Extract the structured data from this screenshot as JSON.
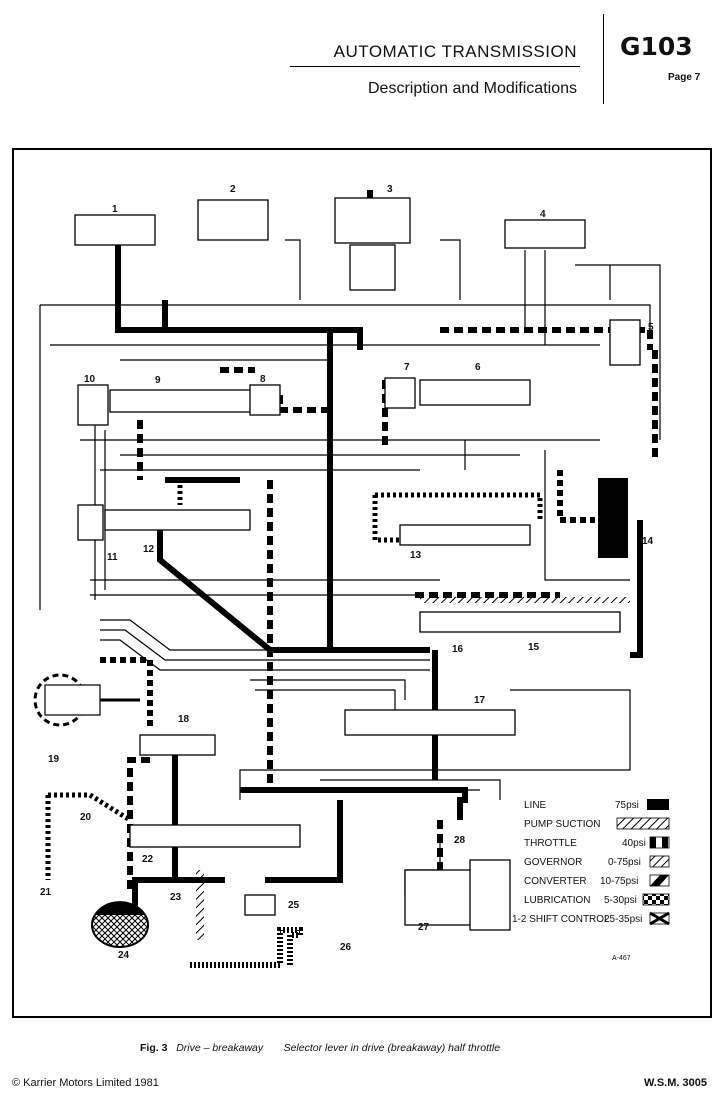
{
  "header": {
    "title": "AUTOMATIC TRANSMISSION",
    "subtitle": "Description and Modifications",
    "code": "G103",
    "page": "Page 7"
  },
  "callouts": [
    "1",
    "2",
    "3",
    "4",
    "5",
    "6",
    "7",
    "8",
    "9",
    "10",
    "11",
    "12",
    "13",
    "14",
    "15",
    "16",
    "17",
    "18",
    "19",
    "20",
    "21",
    "22",
    "23",
    "24",
    "25",
    "26",
    "27",
    "28"
  ],
  "legend": [
    {
      "label": "LINE",
      "value": "75psi"
    },
    {
      "label": "PUMP SUCTION",
      "value": ""
    },
    {
      "label": "THROTTLE",
      "value": "40psi"
    },
    {
      "label": "GOVERNOR",
      "value": "0-75psi"
    },
    {
      "label": "CONVERTER",
      "value": "10-75psi"
    },
    {
      "label": "LUBRICATION",
      "value": "5-30psi"
    },
    {
      "label": "1-2 SHIFT CONTROL",
      "value": "25-35psi"
    }
  ],
  "drawing_ref": "A-467",
  "caption": {
    "fig": "Fig. 3",
    "mode": "Drive – breakaway",
    "description": "Selector lever in drive (breakaway) half throttle"
  },
  "footer": {
    "copyright": "©  Karrier Motors Limited 1981",
    "ref": "W.S.M. 3005"
  }
}
